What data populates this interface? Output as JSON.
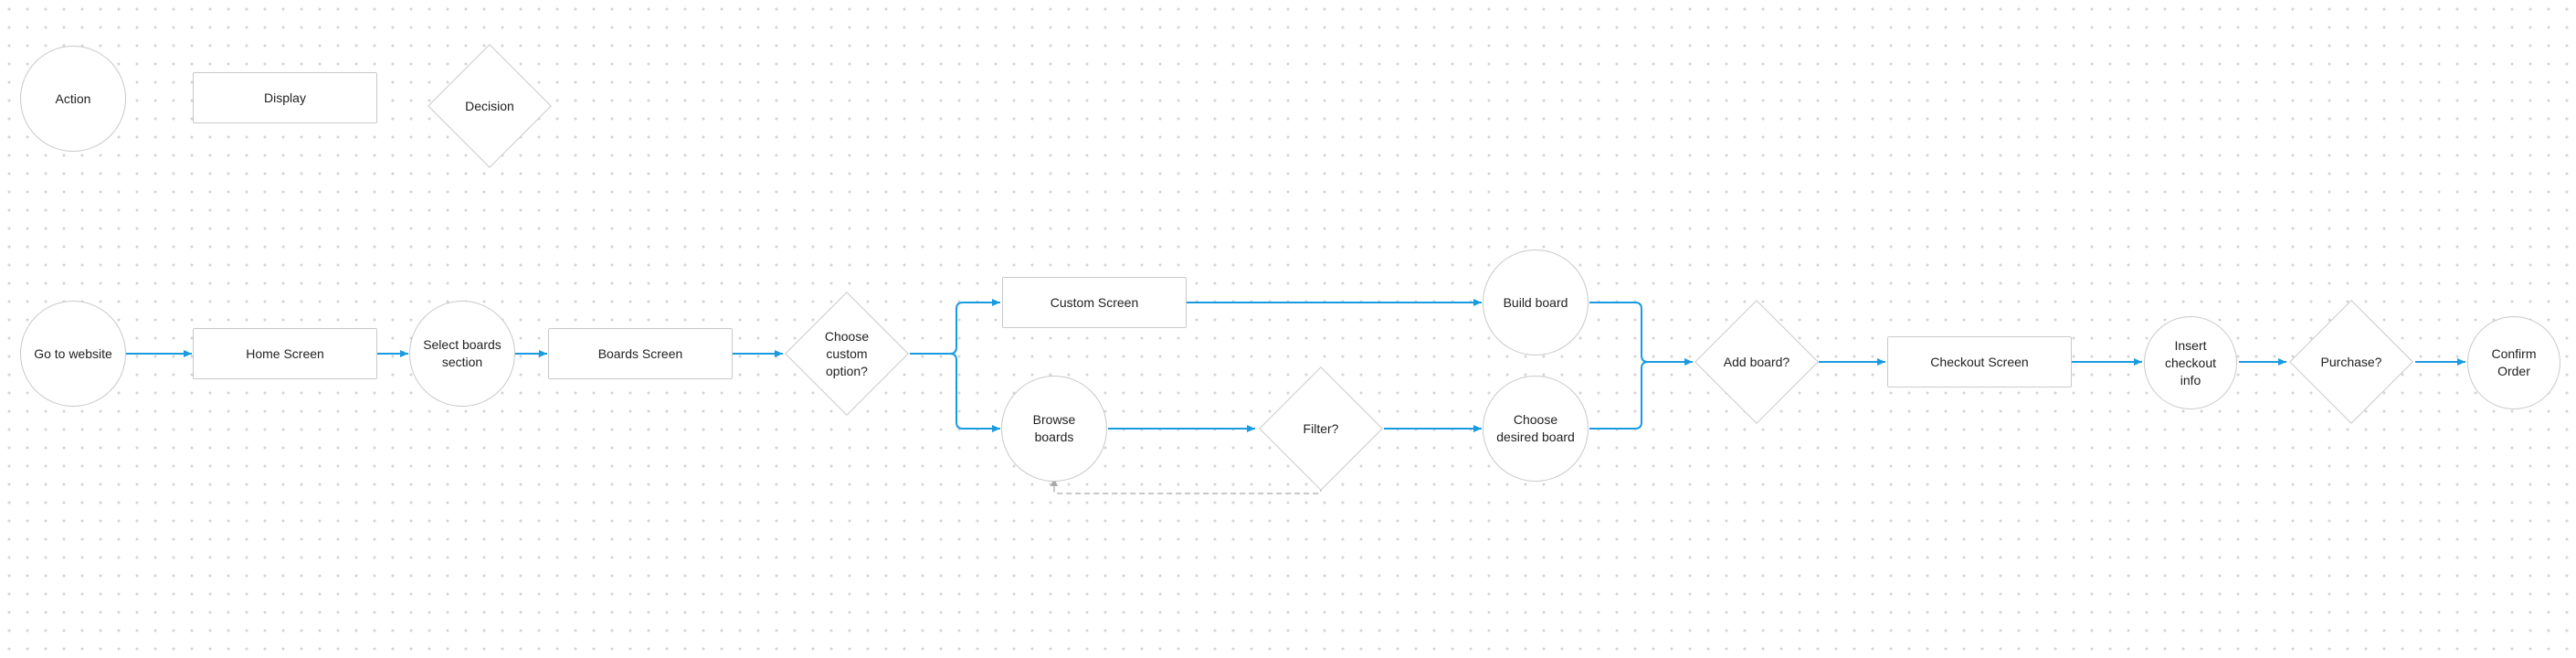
{
  "legend": {
    "action": "Action",
    "display": "Display",
    "decision": "Decision"
  },
  "nodes": {
    "go_to_website": "Go to website",
    "home_screen": "Home Screen",
    "select_boards_section": "Select boards\nsection",
    "boards_screen": "Boards Screen",
    "choose_custom_option": "Choose\ncustom\noption?",
    "custom_screen": "Custom Screen",
    "browse_boards": "Browse\nboards",
    "filter": "Filter?",
    "build_board": "Build board",
    "choose_desired_board": "Choose\ndesired board",
    "add_board": "Add board?",
    "checkout_screen": "Checkout Screen",
    "insert_checkout_info": "Insert\ncheckout\ninfo",
    "purchase": "Purchase?",
    "confirm_order": "Confirm\nOrder"
  },
  "colors": {
    "connector": "#1a9be0",
    "loop_connector": "#b5b5b5",
    "node_border": "#c9c9c9"
  }
}
